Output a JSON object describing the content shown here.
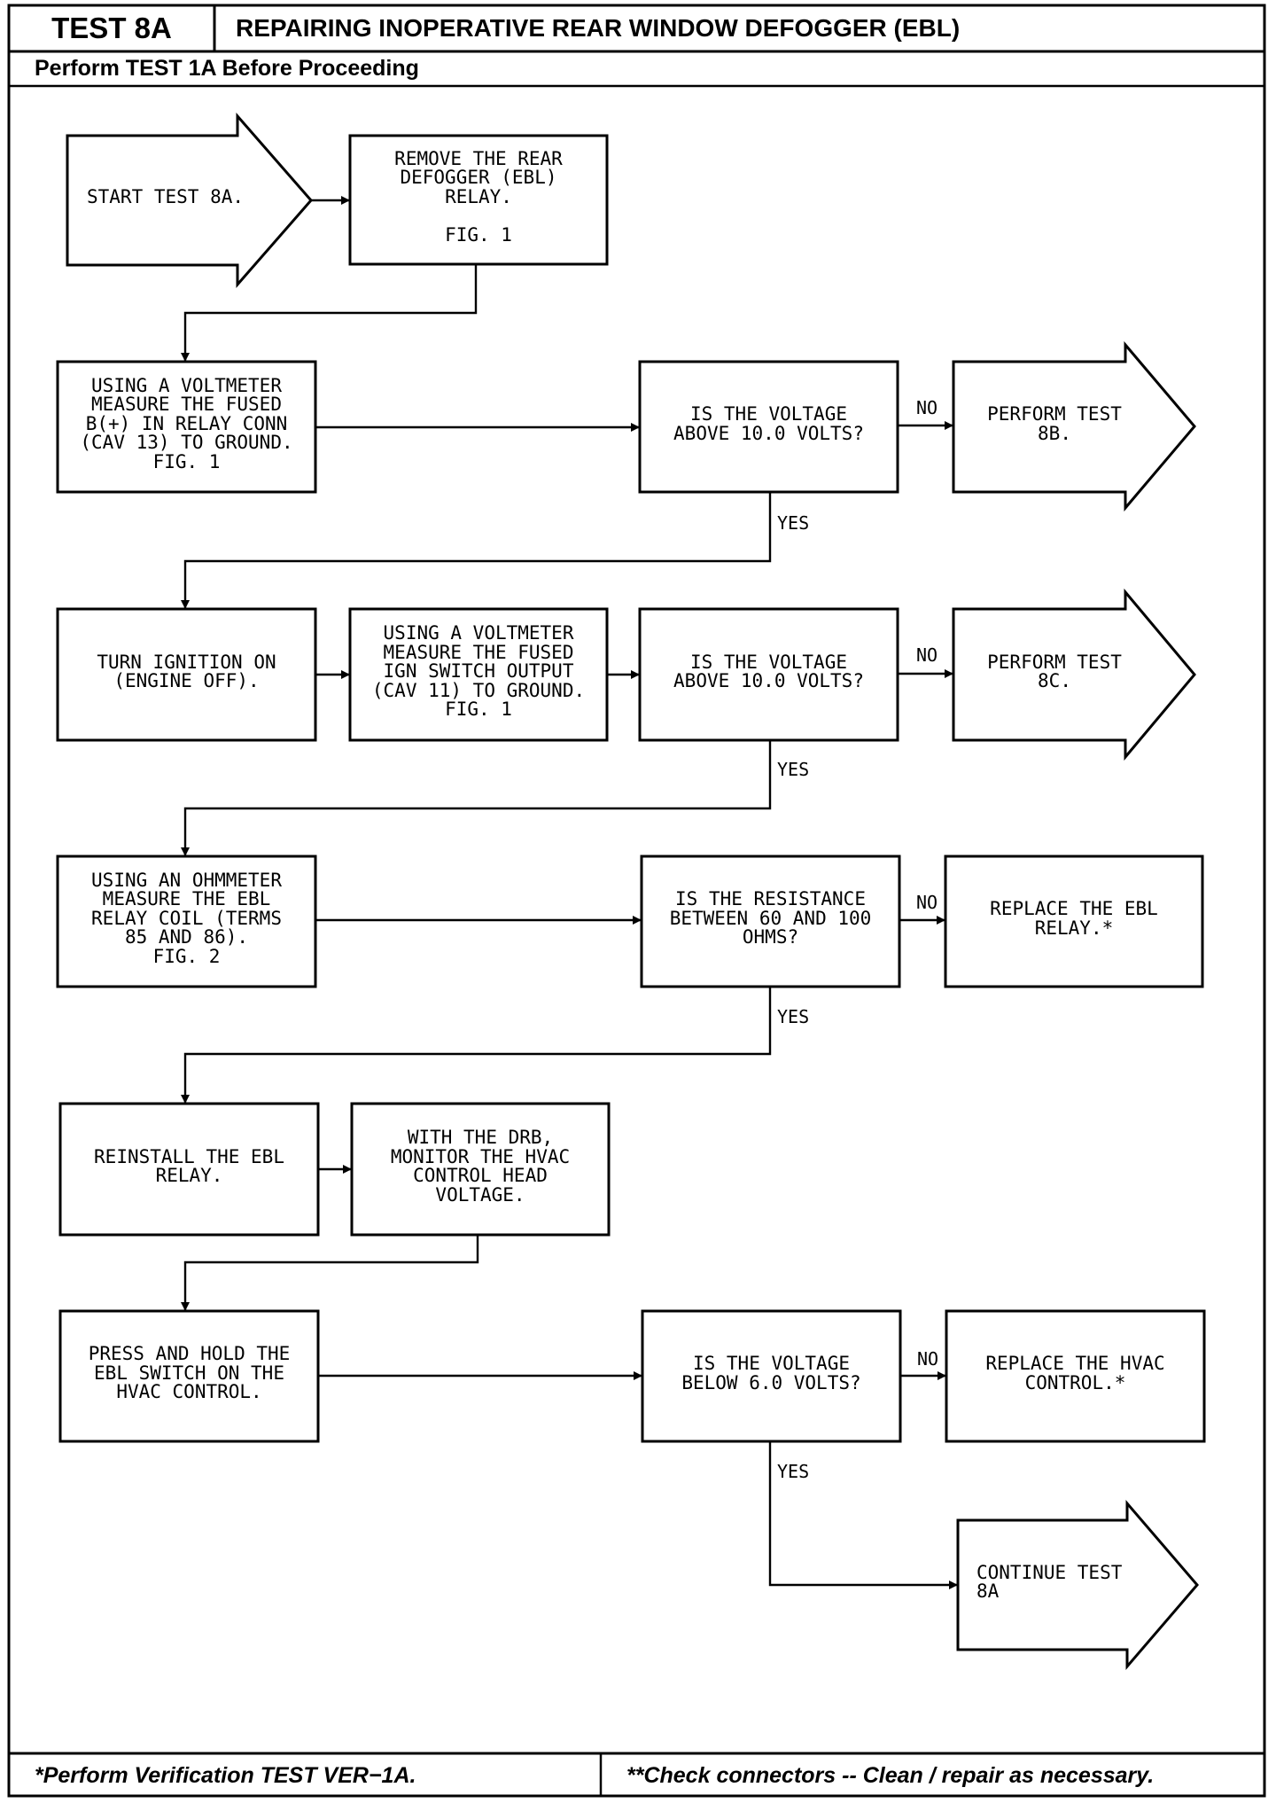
{
  "header": {
    "test_id": "TEST 8A",
    "title": "REPAIRING INOPERATIVE REAR WINDOW DEFOGGER (EBL)",
    "prerequisite": "Perform TEST 1A Before Proceeding"
  },
  "flow": {
    "start": {
      "lines": [
        "START TEST 8A."
      ]
    },
    "remove_relay": {
      "lines": [
        "REMOVE THE REAR",
        "DEFOGGER (EBL)",
        "RELAY.",
        "FIG. 1"
      ]
    },
    "measure_bplus": {
      "lines": [
        "USING A VOLTMETER",
        "MEASURE THE FUSED",
        "B(+) IN RELAY CONN",
        "(CAV 13) TO GROUND.",
        "FIG. 1"
      ]
    },
    "check_bplus": {
      "lines": [
        "IS THE VOLTAGE",
        "ABOVE 10.0 VOLTS?"
      ]
    },
    "perform_8b": {
      "lines": [
        "PERFORM TEST",
        "8B."
      ]
    },
    "ignition_on": {
      "lines": [
        "TURN IGNITION ON",
        "(ENGINE OFF)."
      ]
    },
    "measure_ign": {
      "lines": [
        "USING A VOLTMETER",
        "MEASURE THE FUSED",
        "IGN SWITCH OUTPUT",
        "(CAV 11) TO GROUND.",
        "FIG. 1"
      ]
    },
    "check_ign": {
      "lines": [
        "IS THE VOLTAGE",
        "ABOVE 10.0 VOLTS?"
      ]
    },
    "perform_8c": {
      "lines": [
        "PERFORM TEST",
        "8C."
      ]
    },
    "measure_coil": {
      "lines": [
        "USING AN OHMMETER",
        "MEASURE THE EBL",
        "RELAY COIL (TERMS",
        "85 AND 86).",
        "FIG. 2"
      ]
    },
    "check_coil": {
      "lines": [
        "IS THE RESISTANCE",
        "BETWEEN 60 AND 100",
        "OHMS?"
      ]
    },
    "replace_relay": {
      "lines": [
        "REPLACE THE EBL",
        "RELAY.*"
      ]
    },
    "reinstall_relay": {
      "lines": [
        "REINSTALL THE EBL",
        "RELAY."
      ]
    },
    "monitor_voltage": {
      "lines": [
        "WITH THE DRB,",
        "MONITOR THE HVAC",
        "CONTROL HEAD",
        "VOLTAGE."
      ]
    },
    "press_switch": {
      "lines": [
        "PRESS AND HOLD THE",
        "EBL SWITCH ON THE",
        "HVAC CONTROL."
      ]
    },
    "check_head": {
      "lines": [
        "IS THE VOLTAGE",
        "BELOW 6.0 VOLTS?"
      ]
    },
    "replace_hvac": {
      "lines": [
        "REPLACE THE HVAC",
        "CONTROL.*"
      ]
    },
    "continue_8a": {
      "lines": [
        "CONTINUE TEST",
        "8A"
      ]
    }
  },
  "branch_labels": {
    "no": "NO",
    "yes": "YES"
  },
  "footer": {
    "verification_note": "*Perform Verification TEST VER−1A.",
    "connector_note": "**Check connectors -- Clean / repair as necessary."
  },
  "colors": {
    "ink": "#000000",
    "paper": "#ffffff"
  }
}
